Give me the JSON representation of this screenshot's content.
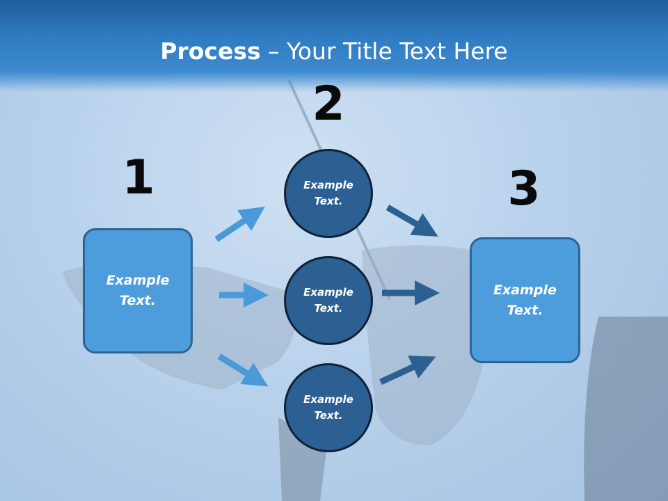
{
  "title": {
    "bold": "Process",
    "rest": " – Your Title Text Here"
  },
  "steps": [
    {
      "number": "1",
      "label": "Example\nText."
    },
    {
      "number": "2"
    },
    {
      "number": "3",
      "label": "Example\nText."
    }
  ],
  "circles": [
    {
      "label": "Example\nText."
    },
    {
      "label": "Example\nText."
    },
    {
      "label": "Example\nText."
    }
  ],
  "colors": {
    "header": "#2f7bc2",
    "box_fill": "#4d9ddc",
    "circle_fill": "#2c5f92",
    "arrow_light": "#4a9ada",
    "arrow_dark": "#2c5f92"
  }
}
